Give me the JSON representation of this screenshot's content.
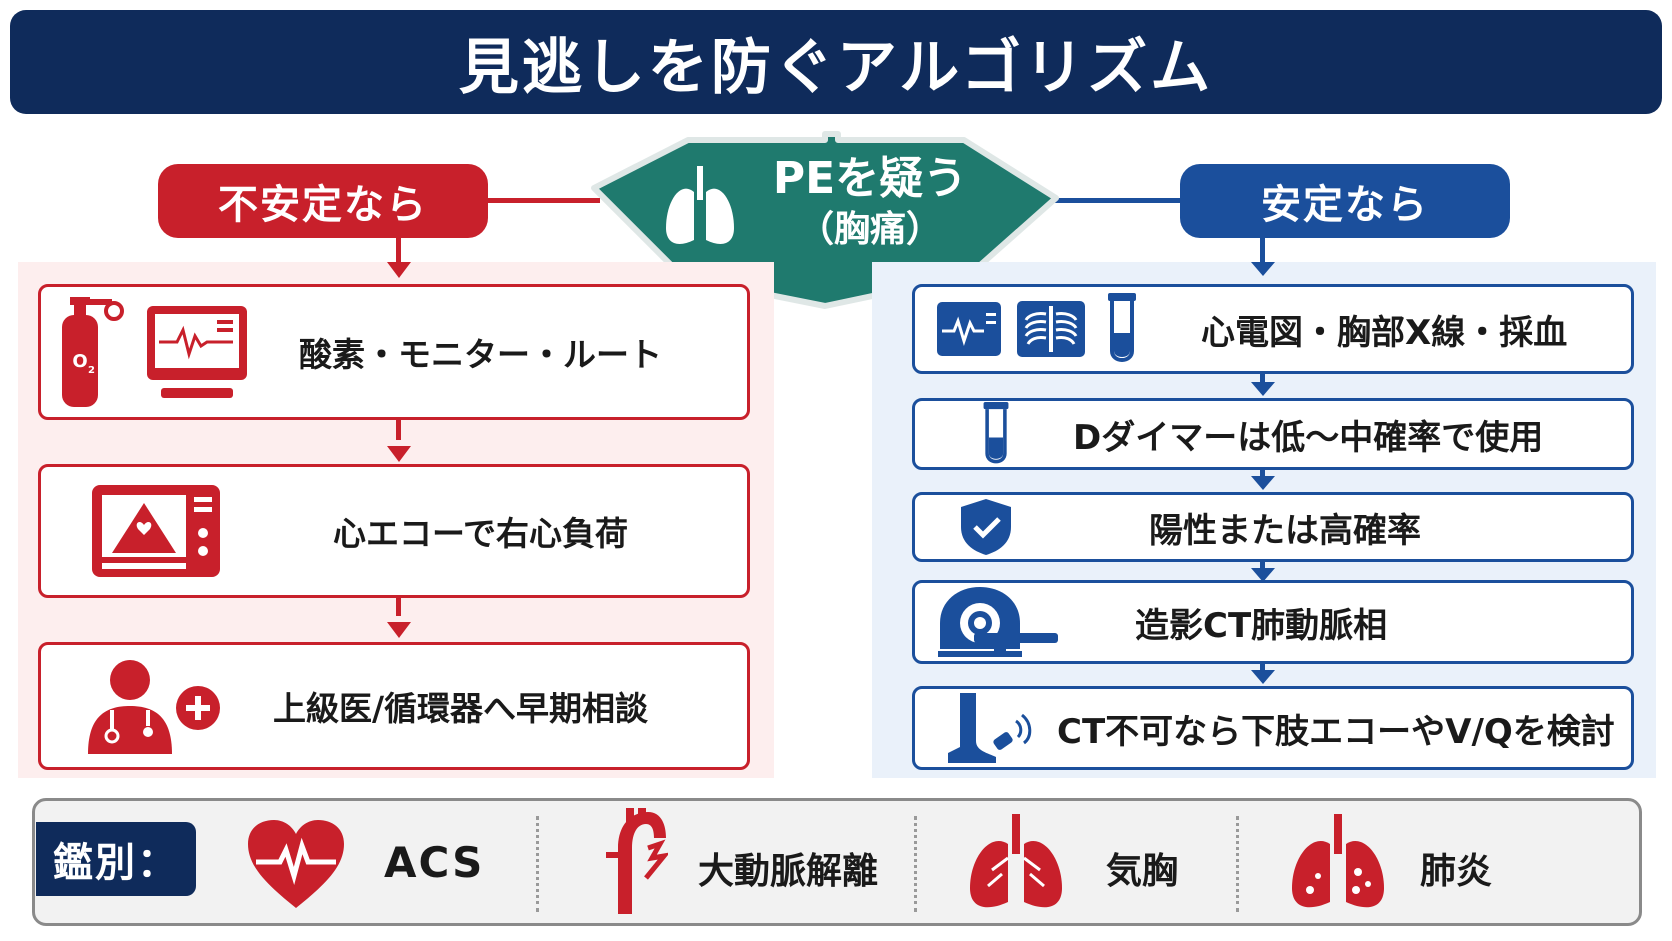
{
  "title": "見逃しを防ぐアルゴリズム",
  "decision": {
    "line1": "PEを疑う",
    "line2": "（胸痛）"
  },
  "unstable": {
    "header": "不安定なら",
    "steps": [
      {
        "label": "酸素・モニター・ルート",
        "icons": [
          "oxygen-tank-icon",
          "monitor-icon"
        ]
      },
      {
        "label": "心エコーで右心負荷",
        "icons": [
          "echo-machine-icon"
        ]
      },
      {
        "label": "上級医/循環器へ早期相談",
        "icons": [
          "doctor-plus-icon"
        ]
      }
    ]
  },
  "stable": {
    "header": "安定なら",
    "steps": [
      {
        "label": "心電図・胸部X線・採血",
        "icons": [
          "ecg-icon",
          "chest-xray-icon",
          "test-tube-icon"
        ]
      },
      {
        "label": "Dダイマーは低〜中確率で使用",
        "icons": [
          "test-tube-icon"
        ]
      },
      {
        "label": "陽性または高確率",
        "icons": [
          "shield-check-icon"
        ]
      },
      {
        "label": "造影CT肺動脈相",
        "icons": [
          "ct-scanner-icon"
        ]
      },
      {
        "label": "CT不可なら下肢エコーやV/Qを検討",
        "icons": [
          "leg-ultrasound-icon"
        ]
      }
    ]
  },
  "differential": {
    "label": "鑑別：",
    "items": [
      {
        "label": "ACS",
        "icon": "heart-pulse-icon"
      },
      {
        "label": "大動脈解離",
        "icon": "aorta-dissection-icon"
      },
      {
        "label": "気胸",
        "icon": "lungs-icon"
      },
      {
        "label": "肺炎",
        "icon": "lungs-spots-icon"
      }
    ]
  },
  "colors": {
    "navy": "#0f2b5b",
    "red": "#c8202b",
    "blue": "#1b4f9c",
    "teal": "#1f7a6e"
  }
}
